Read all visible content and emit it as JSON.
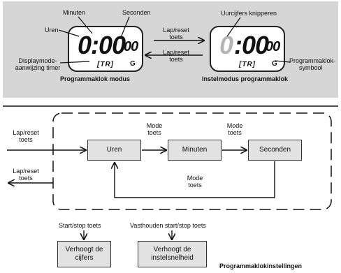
{
  "top": {
    "left_display": {
      "digits_main": "0:00",
      "digits_seconds": "00",
      "mode_text": "[TR]",
      "clock_symbol": "G"
    },
    "right_display": {
      "digits_blink": "0",
      "digits_rest": ":00",
      "digits_seconds": "00",
      "mode_text": "[TR]",
      "clock_symbol": "G"
    },
    "labels": {
      "minuten": "Minuten",
      "seconden": "Seconden",
      "uren": "Uren",
      "displaymode_line1": "Displaymode-",
      "displaymode_line2": "aanwijzing timer",
      "programmaklok_modus": "Programmaklok modus",
      "lap_reset_1_line1": "Lap/reset",
      "lap_reset_1_line2": "toets",
      "lap_reset_2_line1": "Lap/reset",
      "lap_reset_2_line2": "toets",
      "uurcijfers_knipperen": "Uurcijfers knipperen",
      "programmaklok_symbool_line1": "Programmaklok-",
      "programmaklok_symbool_line2": "symbool",
      "instelmodus_programmaklok": "Instelmodus programmaklok"
    }
  },
  "flow": {
    "lap_reset_in_line1": "Lap/reset",
    "lap_reset_in_line2": "toets",
    "lap_reset_out_line1": "Lap/reset",
    "lap_reset_out_line2": "toets",
    "mode_1_line1": "Mode",
    "mode_1_line2": "toets",
    "mode_2_line1": "Mode",
    "mode_2_line2": "toets",
    "mode_3_line1": "Mode",
    "mode_3_line2": "toets",
    "box_uren": "Uren",
    "box_minuten": "Minuten",
    "box_seconden": "Seconden",
    "start_stop": "Start/stop toets",
    "vasthouden": "Vasthouden start/stop toets",
    "verhoogt_cijfers_line1": "Verhoogt de",
    "verhoogt_cijfers_line2": "cijfers",
    "verhoogt_snelheid_line1": "Verhoogt de",
    "verhoogt_snelheid_line2": "instelsnelheid",
    "footer_title": "Programmaklokinstellingen"
  }
}
